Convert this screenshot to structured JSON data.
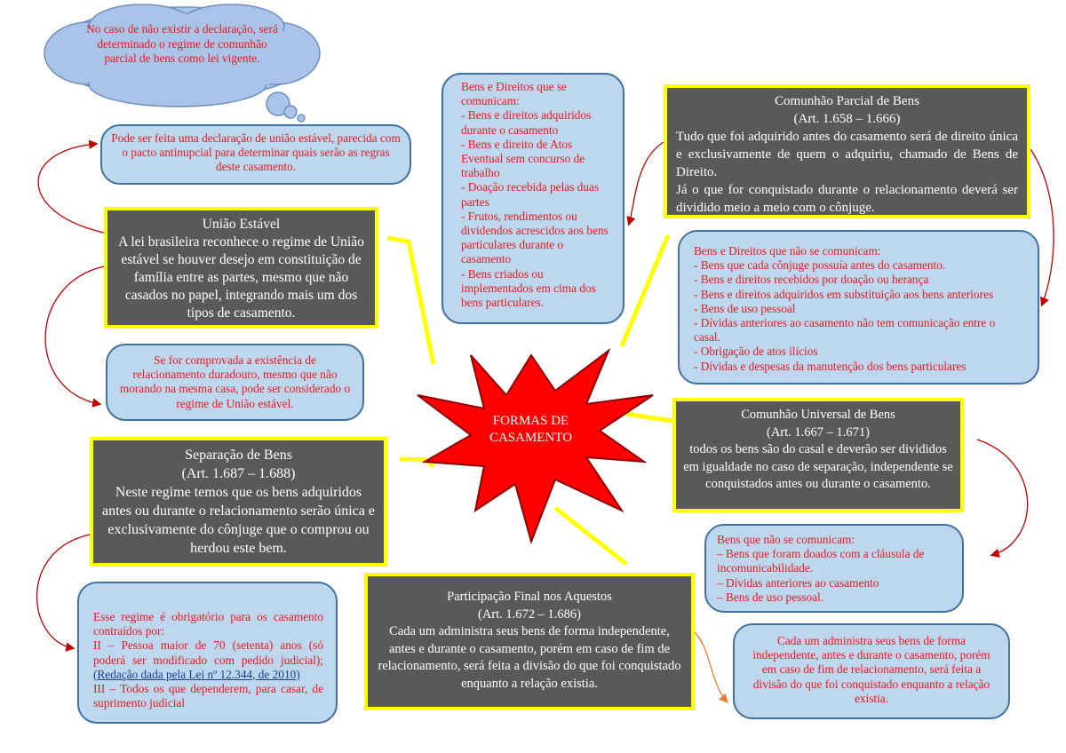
{
  "center": {
    "label_line1": "FORMAS DE",
    "label_line2": "CASAMENTO"
  },
  "cloud": {
    "text": "No caso de não existir a declaração, será determinado o regime de comunhão parcial de bens como lei vigente."
  },
  "uniao_note": {
    "text": "Pode ser feita uma declaração de união estável, parecida com o pacto antinupcial para determinar quais serão as regras deste casamento."
  },
  "uniao": {
    "title": "União Estável",
    "body": "A lei brasileira reconhece o regime de União estável se houver desejo em constituição de família entre as partes, mesmo que não casados no papel, integrando mais um dos tipos de casamento."
  },
  "uniao_note2": {
    "text": "Se for comprovada a existência de relacionamento duradouro, mesmo que não morando na mesma casa, pode ser considerado o regime de União estável."
  },
  "separacao": {
    "title": "Separação de Bens",
    "article": "(Art. 1.687 – 1.688)",
    "body": "Neste regime temos que os bens adquiridos antes ou durante o relacionamento serão única e exclusivamente do cônjuge que o comprou ou herdou este bem."
  },
  "separacao_note": {
    "intro": "Esse regime é obrigatório para os casamento contraídos por:",
    "item2": "II – Pessoa maior de 70 (setenta) anos (só poderá ser modificado com pedido judicial);",
    "link": "(Redação dada pela Lei nº 12.344, de 2010)",
    "item3": "III – Todos os que dependerem, para casar, de suprimento judicial"
  },
  "comunicam": {
    "title": "Bens e Direitos que se comunicam:",
    "items": [
      "- Bens e direitos adquiridos durante o casamento",
      "- Bens e direito de Atos Eventual sem concurso de trabalho",
      "- Doação recebida pelas duas partes",
      "- Frutos, rendimentos ou dividendos acrescidos aos bens particulares durante o casamento",
      "- Bens criados ou implementados em cima dos bens particulares."
    ]
  },
  "parcial": {
    "title": "Comunhão Parcial de Bens",
    "article": "(Art. 1.658 – 1.666)",
    "body1": "Tudo que foi adquirido antes do casamento será de direito única e exclusivamente de quem o adquiriu, chamado de Bens de Direito.",
    "body2": "Já o que for conquistado durante o relacionamento deverá ser dividido meio a meio com o cônjuge."
  },
  "nao_comunicam": {
    "title": "Bens e Direitos que não se comunicam:",
    "items": [
      "- Bens que cada cônjuge possuía antes do casamento.",
      "- Bens e direitos recebidos por doação ou herança",
      "- Bens e direitos adquiridos em substituição aos bens anteriores",
      "- Bens de uso pessoal",
      "- Dívidas anteriores ao casamento não tem comunicação entre o casal.",
      "- Obrigação de atos ilícios",
      "- Dívidas e despesas da manutenção dos bens particulares"
    ]
  },
  "universal": {
    "title": "Comunhão Universal de Bens",
    "article": "(Art. 1.667 – 1.671)",
    "body": "todos os bens são do casal e deverão ser divididos em igualdade no caso de separação, independente se conquistados antes ou durante o casamento."
  },
  "universal_note": {
    "title": "Bens que não se comunicam:",
    "items": [
      "– Bens que foram doados com a cláusula de incomunicabilidade.",
      "– Dívidas anteriores ao casamento",
      "– Bens de uso pessoal."
    ]
  },
  "aquestos": {
    "title": "Participação Final nos Aquestos",
    "article": "(Art. 1.672 – 1.686)",
    "body": "Cada um administra seus bens de forma independente, antes e durante o casamento, porém em caso de fim de relacionamento, será feita a divisão do que foi conquistado enquanto a relação existia."
  },
  "aquestos_note": {
    "text": "Cada um administra seus bens de forma independente, antes e durante o casamento, porém em caso de fim de relacionamento, será feita a divisão do que foi conquistado enquanto a relação existia."
  },
  "colors": {
    "dark_box": "#595959",
    "border": "#ffff00",
    "note_bg": "#bdd7ee",
    "note_text": "#e8191c",
    "star": "#ff0000"
  }
}
